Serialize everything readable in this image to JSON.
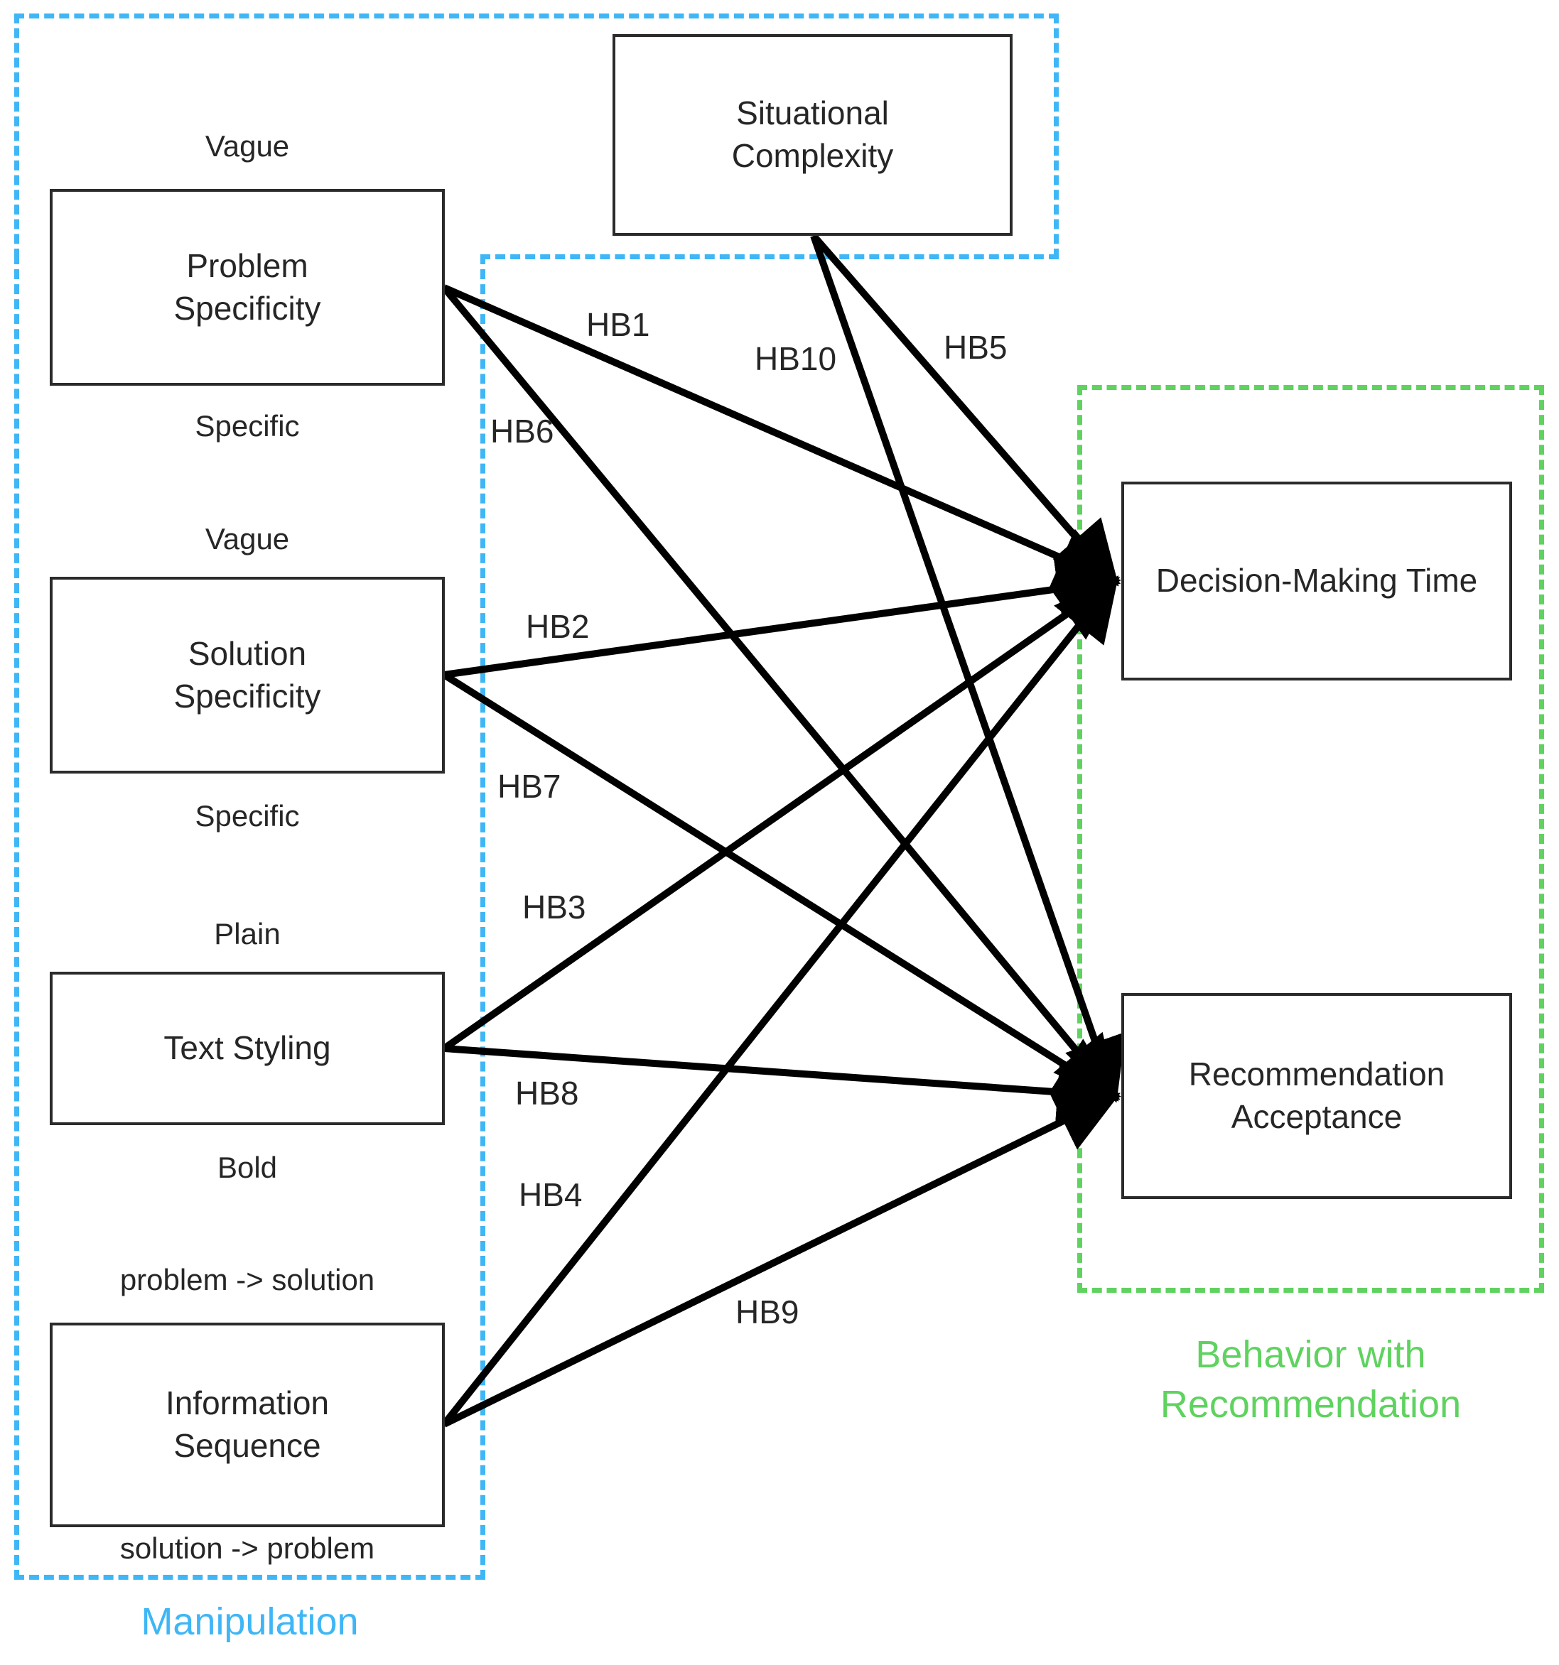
{
  "diagram": {
    "title": "Conceptual research model linking manipulations to behavior with recommendation",
    "colors": {
      "manipulation_group": "#3FB6F5",
      "behavior_group": "#5FD25F",
      "node_border": "#2b2b2b",
      "edge": "#000000",
      "text": "#262626",
      "background": "#ffffff"
    },
    "nodes": [
      {
        "id": "problem-specificity",
        "label": "Problem\nSpecificity",
        "top_anchor": "Vague",
        "bottom_anchor": "Specific"
      },
      {
        "id": "solution-specificity",
        "label": "Solution\nSpecificity",
        "top_anchor": "Vague",
        "bottom_anchor": "Specific"
      },
      {
        "id": "text-styling",
        "label": "Text Styling",
        "top_anchor": "Plain",
        "bottom_anchor": "Bold"
      },
      {
        "id": "information-sequence",
        "label": "Information\nSequence",
        "top_anchor": "problem -> solution",
        "bottom_anchor": "solution -> problem"
      },
      {
        "id": "situational-complexity",
        "label": "Situational\nComplexity",
        "top_anchor": "",
        "bottom_anchor": ""
      },
      {
        "id": "decision-making-time",
        "label": "Decision-Making Time",
        "top_anchor": "",
        "bottom_anchor": ""
      },
      {
        "id": "recommendation-acceptance",
        "label": "Recommendation\nAcceptance",
        "top_anchor": "",
        "bottom_anchor": ""
      }
    ],
    "groups": [
      {
        "id": "manipulation",
        "caption": "Manipulation",
        "color": "#3FB6F5"
      },
      {
        "id": "behavior-with-recommendation",
        "caption": "Behavior with\nRecommendation",
        "color": "#5FD25F"
      }
    ],
    "edges": [
      {
        "id": "HB1",
        "label": "HB1",
        "from": "problem-specificity",
        "to": "decision-making-time"
      },
      {
        "id": "HB6",
        "label": "HB6",
        "from": "problem-specificity",
        "to": "recommendation-acceptance"
      },
      {
        "id": "HB2",
        "label": "HB2",
        "from": "solution-specificity",
        "to": "decision-making-time"
      },
      {
        "id": "HB7",
        "label": "HB7",
        "from": "solution-specificity",
        "to": "recommendation-acceptance"
      },
      {
        "id": "HB3",
        "label": "HB3",
        "from": "text-styling",
        "to": "decision-making-time"
      },
      {
        "id": "HB8",
        "label": "HB8",
        "from": "text-styling",
        "to": "recommendation-acceptance"
      },
      {
        "id": "HB4",
        "label": "HB4",
        "from": "information-sequence",
        "to": "decision-making-time"
      },
      {
        "id": "HB9",
        "label": "HB9",
        "from": "information-sequence",
        "to": "recommendation-acceptance"
      },
      {
        "id": "HB10",
        "label": "HB10",
        "from": "situational-complexity",
        "to": "recommendation-acceptance"
      },
      {
        "id": "HB5",
        "label": "HB5",
        "from": "situational-complexity",
        "to": "decision-making-time"
      }
    ]
  }
}
